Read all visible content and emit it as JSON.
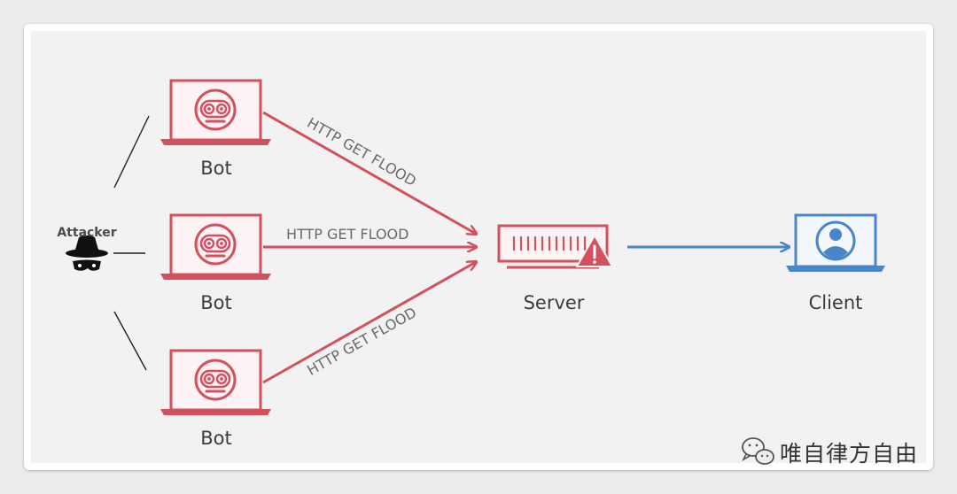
{
  "nodes": {
    "attacker": "Attacker",
    "bots": [
      "Bot",
      "Bot",
      "Bot"
    ],
    "server": "Server",
    "client": "Client"
  },
  "edges": {
    "flood_top": "HTTP GET FLOOD",
    "flood_middle": "HTTP GET FLOOD",
    "flood_bottom": "HTTP GET FLOOD"
  },
  "colors": {
    "bot": "#d3505f",
    "client": "#4a86c7",
    "line": "#1f1f1f"
  },
  "icons": {
    "attacker": "spy-hat-icon",
    "bot": "robot-face-icon",
    "server": "server-rack-icon",
    "warning": "warning-triangle-icon",
    "client": "user-avatar-icon",
    "watermark": "wechat-icon"
  },
  "watermark": "唯自律方自由"
}
